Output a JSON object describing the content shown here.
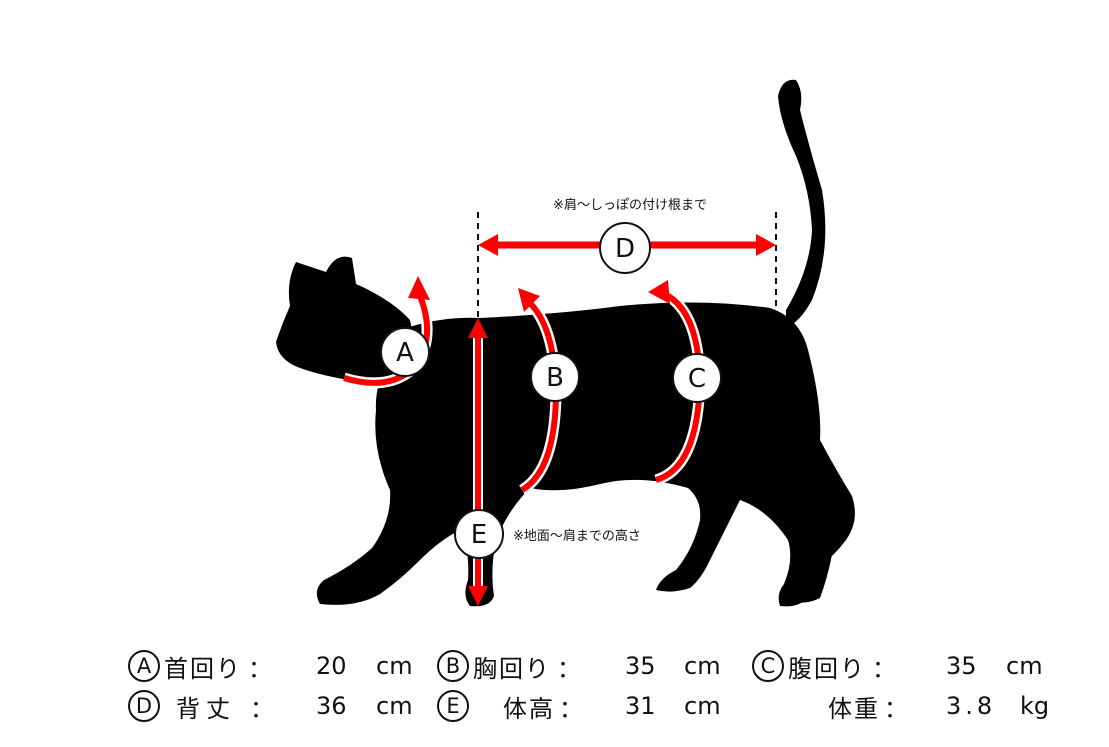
{
  "diagram": {
    "markers": {
      "A": "A",
      "B": "B",
      "C": "C",
      "D": "D",
      "E": "E"
    },
    "note_back_length": "※肩～しっぽの付け根まで",
    "note_height": "※地面～肩までの高さ"
  },
  "measurements": {
    "neck": {
      "marker": "A",
      "name": "首回り",
      "sep": "：",
      "value": "20",
      "unit": "cm"
    },
    "chest": {
      "marker": "B",
      "name": "胸回り",
      "sep": "：",
      "value": "35",
      "unit": "cm"
    },
    "waist": {
      "marker": "C",
      "name": "腹回り",
      "sep": "：",
      "value": "35",
      "unit": "cm"
    },
    "back": {
      "marker": "D",
      "name": "背丈",
      "sep": "：",
      "value": "36",
      "unit": "cm"
    },
    "height": {
      "marker": "E",
      "name": "体高",
      "sep": "：",
      "value": "31",
      "unit": "cm"
    },
    "weight": {
      "name": "体重",
      "sep": "：",
      "value": "3.8",
      "unit": "kg"
    }
  },
  "colors": {
    "silhouette": "#000000",
    "measure": "#ff0000",
    "text": "#111111"
  }
}
